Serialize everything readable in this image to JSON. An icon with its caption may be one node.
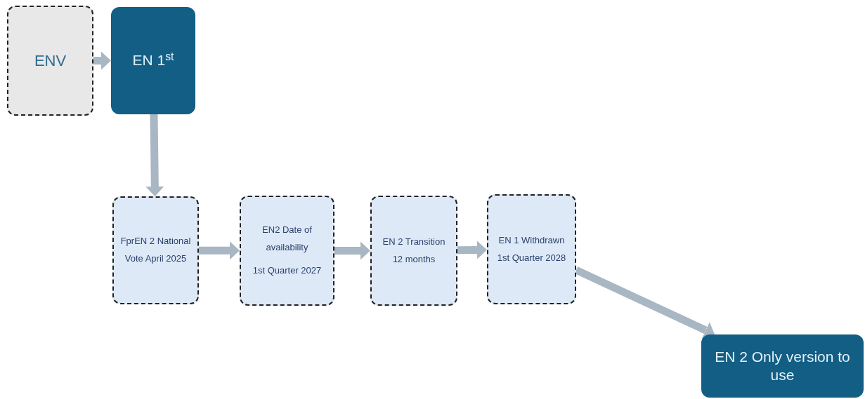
{
  "diagram": {
    "nodes": [
      {
        "text": [
          "ENV"
        ]
      },
      {
        "text": [
          "EN 1$^{st}$"
        ]
      },
      {
        "text": [
          "FprEN 2 National Vote April 2025"
        ]
      },
      {
        "text": [
          "EN2 Date of availability",
          "1st Quarter 2027"
        ]
      },
      {
        "text": [
          "EN 2 Transition 12 months"
        ]
      },
      {
        "text": [
          "EN 1 Withdrawn 1st Quarter 2028"
        ]
      },
      {
        "text": [
          "EN 2 Only version to use"
        ]
      }
    ],
    "edges": [
      {
        "from": 0,
        "to": 1,
        "arrow": "to"
      },
      {
        "from": 1,
        "to": 2,
        "arrow": "to"
      },
      {
        "from": 2,
        "to": 3,
        "arrow": "to"
      },
      {
        "from": 3,
        "to": 4,
        "arrow": "to"
      },
      {
        "from": 4,
        "to": 5,
        "arrow": "to"
      },
      {
        "from": 5,
        "to": 6,
        "arrow": "to"
      }
    ]
  }
}
